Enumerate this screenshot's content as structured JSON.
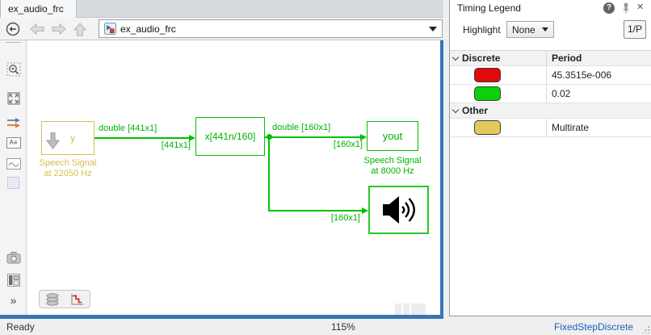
{
  "window": {
    "tab_title": "ex_audio_frc",
    "address": "ex_audio_frc",
    "status_ready": "Ready",
    "zoom_level": "115%",
    "solver": "FixedStepDiscrete"
  },
  "icons": {
    "annotation_glyph": "A≡",
    "more_glyph": "»",
    "help_glyph": "?",
    "close_glyph": "✕"
  },
  "diagram": {
    "source": {
      "label": "y",
      "caption_line1": "Speech Signal",
      "caption_line2": "at 22050 Hz"
    },
    "rate_converter": {
      "label": "x[441n/160]"
    },
    "output": {
      "label": "yout",
      "caption_line1": "Speech Signal",
      "caption_line2": "at 8000 Hz"
    },
    "signals": {
      "s1_type": "double [441x1]",
      "s1_dim": "[441x1]",
      "s2_type": "double [160x1]",
      "s2_dim": "[160x1]",
      "s3_dim": "[160x1]"
    },
    "colors": {
      "rate_green": "#00c000",
      "multirate_yellow": "#d8bc55"
    }
  },
  "timing_legend": {
    "title": "Timing Legend",
    "highlight_label": "Highlight",
    "highlight_value": "None",
    "period_toggle": "1/P",
    "discrete_header": "Discrete",
    "period_header": "Period",
    "discrete_rows": [
      {
        "color": "#e00b0b",
        "period": "45.3515e-006"
      },
      {
        "color": "#0ad10a",
        "period": "0.02"
      }
    ],
    "other_header": "Other",
    "other_rows": [
      {
        "color": "#e2c95c",
        "period": "Multirate"
      }
    ]
  }
}
